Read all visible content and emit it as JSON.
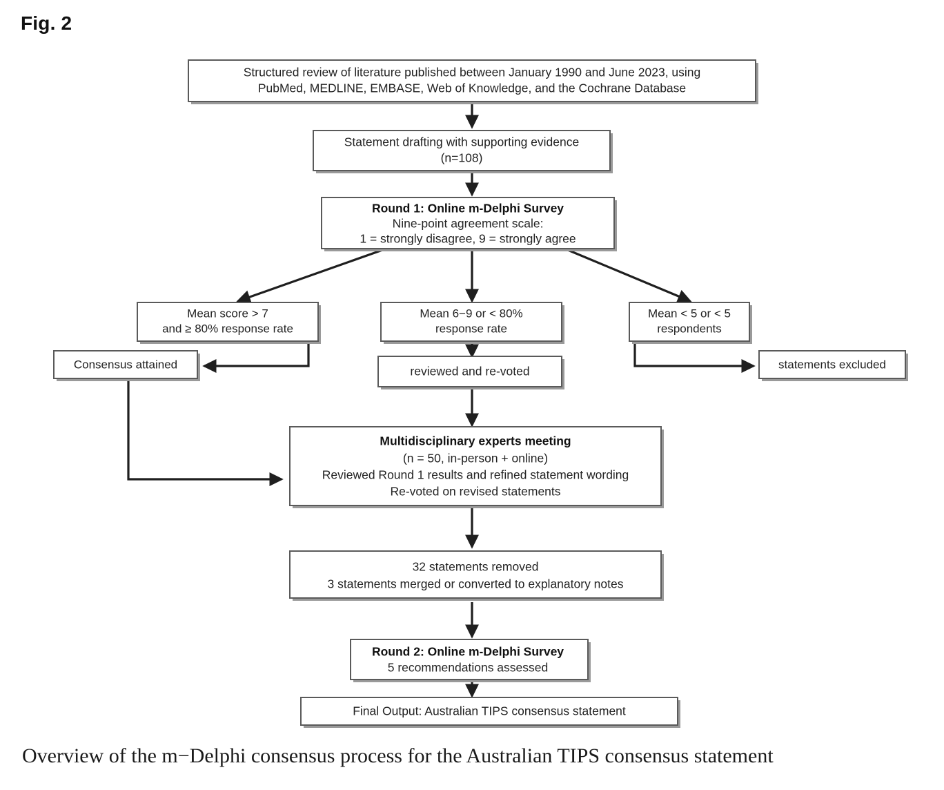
{
  "figure": {
    "label": "Fig. 2",
    "caption": "Overview of the m−Delphi consensus process for the Australian TIPS consensus statement"
  },
  "chart_data": {
    "type": "diagram",
    "title": "Fig. 2",
    "subtitle": "Overview of the m−Delphi consensus process for the Australian TIPS consensus statement",
    "layout": "top-down flowchart with three-way branch after Round 1",
    "nodes": [
      {
        "id": "literature-review",
        "lines": [
          "Structured review of literature published between January 1990 and June 2023, using",
          "PubMed, MEDLINE, EMBASE, Web of Knowledge, and the Cochrane Database"
        ],
        "bold_lines": []
      },
      {
        "id": "statement-drafting",
        "lines": [
          "Statement drafting with supporting evidence",
          "(n=108)"
        ],
        "bold_lines": []
      },
      {
        "id": "round-1",
        "lines": [
          "Round 1: Online m-Delphi Survey",
          "Nine-point agreement scale:",
          "1 = strongly disagree, 9 = strongly agree"
        ],
        "bold_lines": [
          0
        ]
      },
      {
        "id": "branch-consensus",
        "lines": [
          "Mean score > 7",
          "and  ≥ 80% response rate"
        ],
        "bold_lines": []
      },
      {
        "id": "branch-revote",
        "lines": [
          "Mean 6−9 or < 80%",
          "response  rate"
        ],
        "bold_lines": []
      },
      {
        "id": "branch-excluded",
        "lines": [
          "Mean < 5 or < 5",
          "respondents"
        ],
        "bold_lines": []
      },
      {
        "id": "consensus-attained",
        "lines": [
          "Consensus attained"
        ],
        "bold_lines": []
      },
      {
        "id": "reviewed-revoted",
        "lines": [
          "reviewed and re-voted"
        ],
        "bold_lines": []
      },
      {
        "id": "statements-excluded",
        "lines": [
          "statements excluded"
        ],
        "bold_lines": []
      },
      {
        "id": "experts-meeting",
        "lines": [
          "Multidisciplinary experts meeting",
          "(n = 50, in-person + online)",
          "Reviewed Round 1 results and refined statement wording",
          "Re-voted on revised statements"
        ],
        "bold_lines": [
          0
        ]
      },
      {
        "id": "statements-removed",
        "lines": [
          "32 statements removed",
          "3 statements merged or converted to explanatory notes"
        ],
        "bold_lines": []
      },
      {
        "id": "round-2",
        "lines": [
          "Round 2: Online m-Delphi Survey",
          "5 recommendations assessed"
        ],
        "bold_lines": [
          0
        ]
      },
      {
        "id": "final-output",
        "lines": [
          "Final Output: Australian TIPS consensus statement"
        ],
        "bold_lines": []
      }
    ],
    "edges": [
      {
        "from": "literature-review",
        "to": "statement-drafting",
        "style": "straight-down"
      },
      {
        "from": "statement-drafting",
        "to": "round-1",
        "style": "straight-down"
      },
      {
        "from": "round-1",
        "to": "branch-consensus",
        "style": "diagonal-left"
      },
      {
        "from": "round-1",
        "to": "branch-revote",
        "style": "straight-down"
      },
      {
        "from": "round-1",
        "to": "branch-excluded",
        "style": "diagonal-right"
      },
      {
        "from": "branch-consensus",
        "to": "consensus-attained",
        "style": "elbow-left"
      },
      {
        "from": "branch-revote",
        "to": "reviewed-revoted",
        "style": "straight-down"
      },
      {
        "from": "branch-excluded",
        "to": "statements-excluded",
        "style": "elbow-right"
      },
      {
        "from": "consensus-attained",
        "to": "experts-meeting",
        "style": "elbow-down-right"
      },
      {
        "from": "reviewed-revoted",
        "to": "experts-meeting",
        "style": "straight-down"
      },
      {
        "from": "experts-meeting",
        "to": "statements-removed",
        "style": "straight-down"
      },
      {
        "from": "statements-removed",
        "to": "round-2",
        "style": "straight-down"
      },
      {
        "from": "round-2",
        "to": "final-output",
        "style": "straight-down"
      }
    ],
    "colors": {
      "box_border": "#5a5a5a",
      "box_fill": "#ffffff",
      "edge": "#1f1f1f",
      "text": "#232323",
      "background": "#ffffff"
    }
  }
}
